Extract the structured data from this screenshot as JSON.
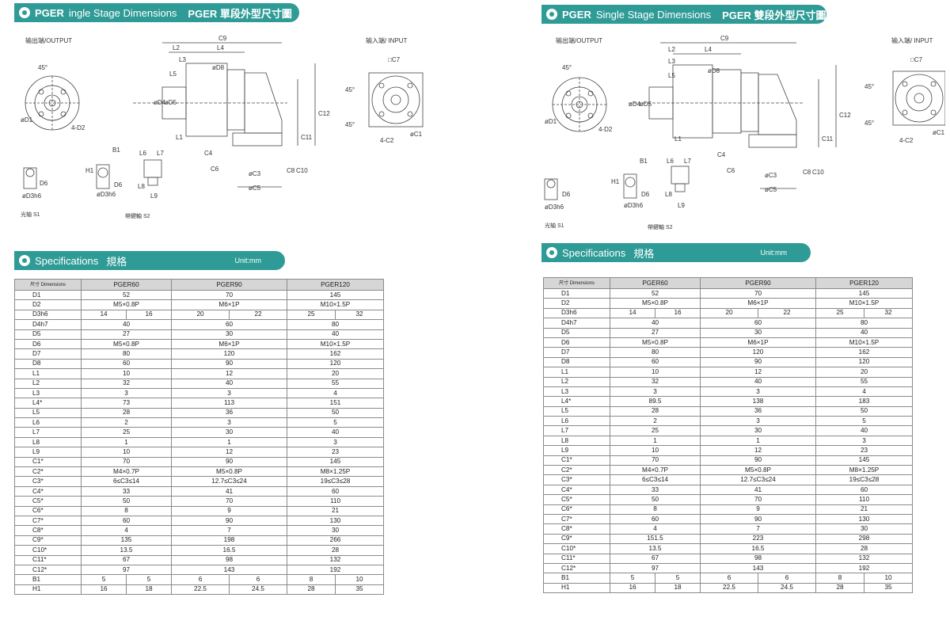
{
  "left": {
    "banner": {
      "brand": "PGER",
      "title": "ingle Stage Dimensions",
      "title_cn": "PGER 單段外型尺寸圖"
    },
    "labels": {
      "output": "输出端/OUTPUT",
      "input": "输入端/ INPUT",
      "shaft_s1": "光轴 S1",
      "shaft_s2": "帶鍵軸 S2"
    },
    "spec_banner": {
      "title": "Specifications",
      "title_cn": "規格",
      "unit": "Unit:mm"
    },
    "table": {
      "header": [
        "尺寸\nDimensions",
        "PGER60",
        "PGER90",
        "PGER120"
      ],
      "rows": [
        [
          "D1",
          "52",
          "70",
          "145"
        ],
        [
          "D2",
          "M5×0.8P",
          "M6×1P",
          "M10×1.5P"
        ],
        [
          "D3h6",
          "14|16",
          "20|22",
          "25|32"
        ],
        [
          "D4h7",
          "40",
          "60",
          "80"
        ],
        [
          "D5",
          "27",
          "30",
          "40"
        ],
        [
          "D6",
          "M5×0.8P",
          "M6×1P",
          "M10×1.5P"
        ],
        [
          "D7",
          "80",
          "120",
          "162"
        ],
        [
          "D8",
          "60",
          "90",
          "120"
        ],
        [
          "L1",
          "10",
          "12",
          "20"
        ],
        [
          "L2",
          "32",
          "40",
          "55"
        ],
        [
          "L3",
          "3",
          "3",
          "4"
        ],
        [
          "L4*",
          "73",
          "113",
          "151"
        ],
        [
          "L5",
          "28",
          "36",
          "50"
        ],
        [
          "L6",
          "2",
          "3",
          "5"
        ],
        [
          "L7",
          "25",
          "30",
          "40"
        ],
        [
          "L8",
          "1",
          "1",
          "3"
        ],
        [
          "L9",
          "10",
          "12",
          "23"
        ],
        [
          "C1*",
          "70",
          "90",
          "145"
        ],
        [
          "C2*",
          "M4×0.7P",
          "M5×0.8P",
          "M8×1.25P"
        ],
        [
          "C3*",
          "6≤C3≤14",
          "12.7≤C3≤24",
          "19≤C3≤28"
        ],
        [
          "C4*",
          "33",
          "41",
          "60"
        ],
        [
          "C5*",
          "50",
          "70",
          "110"
        ],
        [
          "C6*",
          "8",
          "9",
          "21"
        ],
        [
          "C7*",
          "60",
          "90",
          "130"
        ],
        [
          "C8*",
          "4",
          "7",
          "30"
        ],
        [
          "C9*",
          "135",
          "198",
          "266"
        ],
        [
          "C10*",
          "13.5",
          "16.5",
          "28"
        ],
        [
          "C11*",
          "67",
          "98",
          "132"
        ],
        [
          "C12*",
          "97",
          "143",
          "192"
        ],
        [
          "B1",
          "5|5",
          "6|6",
          "8|10"
        ],
        [
          "H1",
          "16|18",
          "22.5|24.5",
          "28|35"
        ]
      ]
    }
  },
  "right": {
    "banner": {
      "brand": "PGER",
      "title": "Single Stage Dimensions",
      "title_cn": "PGER 雙段外型尺寸圖"
    },
    "labels": {
      "output": "输出端/OUTPUT",
      "input": "输入端/ INPUT",
      "shaft_s1": "光轴 S1",
      "shaft_s2": "帶鍵軸 S2"
    },
    "spec_banner": {
      "title": "Specifications",
      "title_cn": "規格",
      "unit": "Unit:mm"
    },
    "table": {
      "header": [
        "尺寸\nDimensions",
        "PGER60",
        "PGER90",
        "PGER120"
      ],
      "rows": [
        [
          "D1",
          "52",
          "70",
          "145"
        ],
        [
          "D2",
          "M5×0.8P",
          "M6×1P",
          "M10×1.5P"
        ],
        [
          "D3h6",
          "14|16",
          "20|22",
          "25|32"
        ],
        [
          "D4h7",
          "40",
          "60",
          "80"
        ],
        [
          "D5",
          "27",
          "30",
          "40"
        ],
        [
          "D6",
          "M5×0.8P",
          "M6×1P",
          "M10×1.5P"
        ],
        [
          "D7",
          "80",
          "120",
          "162"
        ],
        [
          "D8",
          "60",
          "90",
          "120"
        ],
        [
          "L1",
          "10",
          "12",
          "20"
        ],
        [
          "L2",
          "32",
          "40",
          "55"
        ],
        [
          "L3",
          "3",
          "3",
          "4"
        ],
        [
          "L4*",
          "89.5",
          "138",
          "183"
        ],
        [
          "L5",
          "28",
          "36",
          "50"
        ],
        [
          "L6",
          "2",
          "3",
          "5"
        ],
        [
          "L7",
          "25",
          "30",
          "40"
        ],
        [
          "L8",
          "1",
          "1",
          "3"
        ],
        [
          "L9",
          "10",
          "12",
          "23"
        ],
        [
          "C1*",
          "70",
          "90",
          "145"
        ],
        [
          "C2*",
          "M4×0.7P",
          "M5×0.8P",
          "M8×1.25P"
        ],
        [
          "C3*",
          "6≤C3≤14",
          "12.7≤C3≤24",
          "19≤C3≤28"
        ],
        [
          "C4*",
          "33",
          "41",
          "60"
        ],
        [
          "C5*",
          "50",
          "70",
          "110"
        ],
        [
          "C6*",
          "8",
          "9",
          "21"
        ],
        [
          "C7*",
          "60",
          "90",
          "130"
        ],
        [
          "C8*",
          "4",
          "7",
          "30"
        ],
        [
          "C9*",
          "151.5",
          "223",
          "298"
        ],
        [
          "C10*",
          "13.5",
          "16.5",
          "28"
        ],
        [
          "C11*",
          "67",
          "98",
          "132"
        ],
        [
          "C12*",
          "97",
          "143",
          "192"
        ],
        [
          "B1",
          "5|5",
          "6|6",
          "8|10"
        ],
        [
          "H1",
          "16|18",
          "22.5|24.5",
          "28|35"
        ]
      ]
    }
  },
  "drawing_labels": [
    "C9",
    "L2",
    "L4",
    "L3",
    "L5",
    "ø D8",
    "ø D4",
    "ø D5",
    "ø D1",
    "4-D2",
    "L1",
    "C4",
    "C6",
    "ø C3",
    "ø C5",
    "C8",
    "C10",
    "C11",
    "C12",
    "□ C7",
    "4-C2",
    "ø C1",
    "45°",
    "B1",
    "H1",
    "D6",
    "ø D3h6",
    "L6",
    "L7",
    "L8",
    "L9"
  ]
}
